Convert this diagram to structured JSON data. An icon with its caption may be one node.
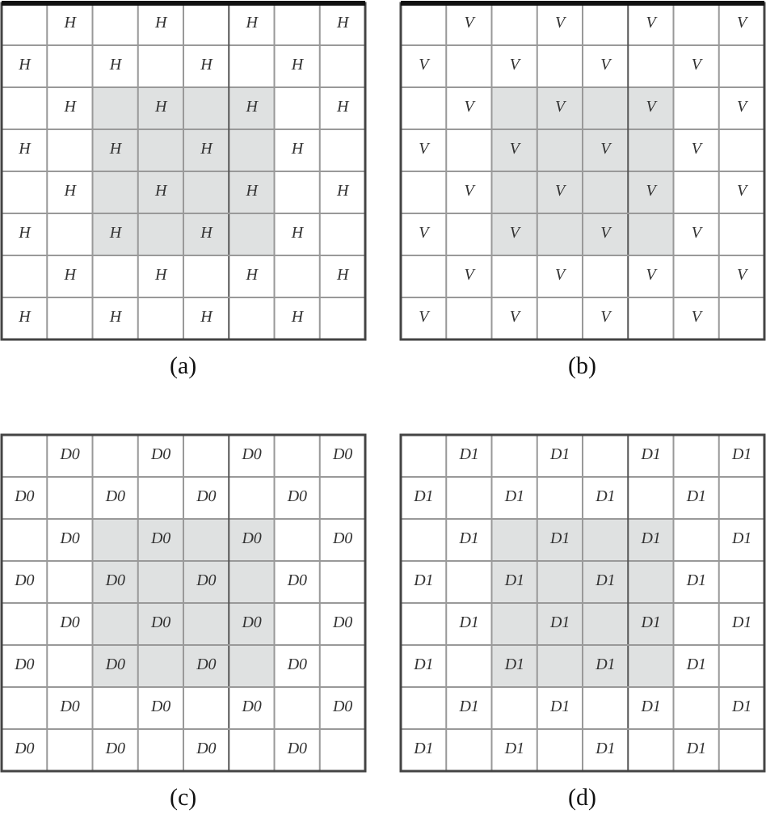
{
  "diagram": {
    "labels": [
      "H",
      "H",
      "H",
      "H",
      "H",
      "H",
      "H",
      "H",
      "H",
      "H",
      "H",
      "H",
      "H",
      "H",
      "H",
      "H",
      "H",
      "H",
      "H",
      "H",
      "H",
      "H",
      "H",
      "H",
      "H",
      "H",
      "H",
      "H",
      "H",
      "H",
      "H",
      "H",
      "(a)",
      "V",
      "V",
      "V",
      "V",
      "V",
      "V",
      "V",
      "V",
      "V",
      "V",
      "V",
      "V",
      "V",
      "V",
      "V",
      "V",
      "V",
      "V",
      "V",
      "V",
      "V",
      "V",
      "V",
      "V",
      "V",
      "V",
      "V",
      "V",
      "V",
      "V",
      "V",
      "V",
      "(b)",
      "D0",
      "D0",
      "D0",
      "D0",
      "D0",
      "D0",
      "D0",
      "D0",
      "D0",
      "D0",
      "D0",
      "D0",
      "D0",
      "D0",
      "D0",
      "D0",
      "D0",
      "D0",
      "D0",
      "D0",
      "D0",
      "D0",
      "D0",
      "D0",
      "D0",
      "D0",
      "D0",
      "D0",
      "D0",
      "D0",
      "D0",
      "D0",
      "(c)",
      "D1",
      "D1",
      "D1",
      "D1",
      "D1",
      "D1",
      "D1",
      "D1",
      "D1",
      "D1",
      "D1",
      "D1",
      "D1",
      "D1",
      "D1",
      "D1",
      "D1",
      "D1",
      "D1",
      "D1",
      "D1",
      "D1",
      "D1",
      "D1",
      "D1",
      "D1",
      "D1",
      "D1",
      "D1",
      "D1",
      "D1",
      "D1",
      "(d)"
    ]
  }
}
